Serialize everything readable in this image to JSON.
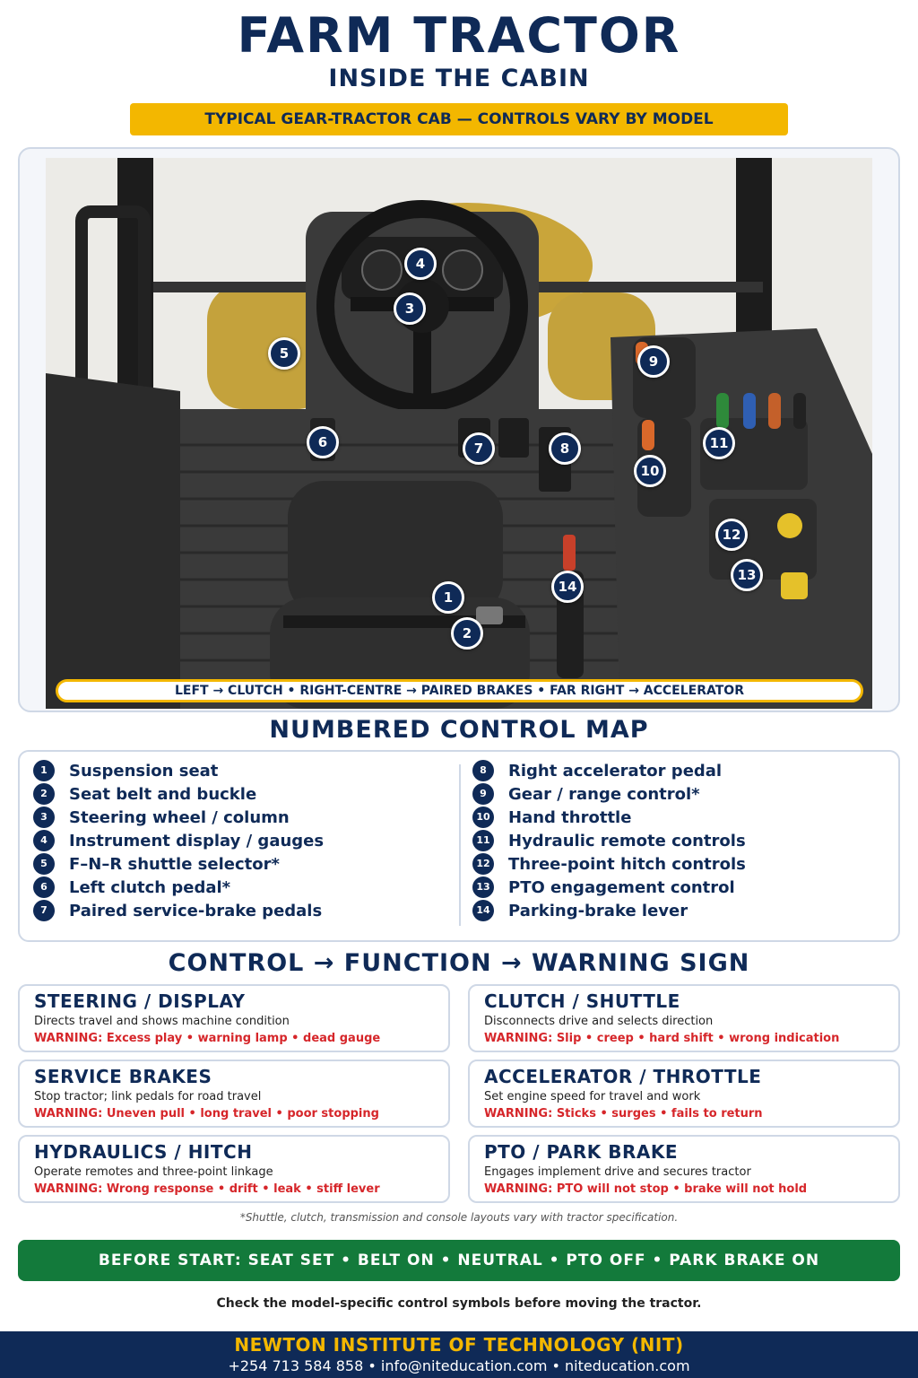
{
  "header": {
    "title": "FARM TRACTOR",
    "subtitle": "INSIDE THE CABIN",
    "tagline": "TYPICAL GEAR-TRACTOR CAB — CONTROLS VARY BY MODEL"
  },
  "photo": {
    "caption": "LEFT → CLUTCH • RIGHT-CENTRE → PAIRED BRAKES • FAR RIGHT → ACCELERATOR",
    "markers": [
      "1",
      "2",
      "3",
      "4",
      "5",
      "6",
      "7",
      "8",
      "9",
      "10",
      "11",
      "12",
      "13",
      "14"
    ]
  },
  "control_map": {
    "heading": "NUMBERED CONTROL MAP",
    "left": [
      {
        "num": "1",
        "label": "Suspension seat"
      },
      {
        "num": "2",
        "label": "Seat belt and buckle"
      },
      {
        "num": "3",
        "label": "Steering wheel / column"
      },
      {
        "num": "4",
        "label": "Instrument display / gauges"
      },
      {
        "num": "5",
        "label": "F–N–R shuttle selector*"
      },
      {
        "num": "6",
        "label": "Left clutch pedal*"
      },
      {
        "num": "7",
        "label": "Paired service-brake pedals"
      }
    ],
    "right": [
      {
        "num": "8",
        "label": "Right accelerator pedal"
      },
      {
        "num": "9",
        "label": "Gear / range control*"
      },
      {
        "num": "10",
        "label": "Hand throttle"
      },
      {
        "num": "11",
        "label": "Hydraulic remote controls"
      },
      {
        "num": "12",
        "label": "Three-point hitch controls"
      },
      {
        "num": "13",
        "label": "PTO engagement control"
      },
      {
        "num": "14",
        "label": "Parking-brake lever"
      }
    ]
  },
  "function_section": {
    "heading": "CONTROL → FUNCTION → WARNING SIGN",
    "cards": [
      {
        "title": "STEERING / DISPLAY",
        "desc": "Directs travel and shows machine condition",
        "warning": "WARNING: Excess play • warning lamp • dead gauge"
      },
      {
        "title": "CLUTCH / SHUTTLE",
        "desc": "Disconnects drive and selects direction",
        "warning": "WARNING: Slip • creep • hard shift • wrong indication"
      },
      {
        "title": "SERVICE BRAKES",
        "desc": "Stop tractor; link pedals for road travel",
        "warning": "WARNING: Uneven pull • long travel • poor stopping"
      },
      {
        "title": "ACCELERATOR / THROTTLE",
        "desc": "Set engine speed for travel and work",
        "warning": "WARNING: Sticks • surges • fails to return"
      },
      {
        "title": "HYDRAULICS / HITCH",
        "desc": "Operate remotes and three-point linkage",
        "warning": "WARNING: Wrong response • drift • leak • stiff lever"
      },
      {
        "title": "PTO / PARK BRAKE",
        "desc": "Engages implement drive and secures tractor",
        "warning": "WARNING: PTO will not stop • brake will not hold"
      }
    ]
  },
  "footnote": "*Shuttle, clutch, transmission and console layouts vary with tractor specification.",
  "before_start": "BEFORE START: SEAT SET • BELT ON • NEUTRAL • PTO OFF • PARK BRAKE ON",
  "check_note": "Check the model-specific control symbols before moving the tractor.",
  "footer": {
    "name": "NEWTON INSTITUTE OF TECHNOLOGY (NIT)",
    "contact": "+254 713 584 858 • info@niteducation.com • niteducation.com"
  },
  "colors": {
    "navy": "#0f2a57",
    "yellow": "#f3b700",
    "warning_red": "#d6262a",
    "green": "#137a3b"
  }
}
